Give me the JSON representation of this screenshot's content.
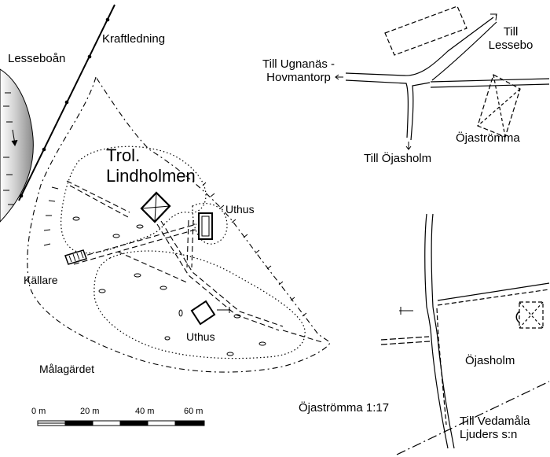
{
  "labels": {
    "power_line": "Kraftledning",
    "river": "Lesseboån",
    "site_name_line1": "Trol.",
    "site_name_line2": "Lindholmen",
    "outbuilding_east": "Uthus",
    "outbuilding_south": "Uthus",
    "cellar": "Källare",
    "field": "Målagärdet",
    "road_ugnanas_line1": "Till Ugnanäs -",
    "road_ugnanas_line2": "Hovmantorp",
    "road_lessebo_line1": "Till",
    "road_lessebo_line2": "Lessebo",
    "road_ojasholm": "Till Öjasholm",
    "site_ojastromma": "Öjaströmma",
    "site_ojasholm": "Öjasholm",
    "road_vedamala_line1": "Till Vedamåla",
    "road_vedamala_line2": "Ljuders s:n",
    "map_title": "Öjaströmma 1:17"
  },
  "scale_bar": {
    "unit": "m",
    "ticks": [
      "0 m",
      "20 m",
      "40 m",
      "60 m"
    ]
  },
  "colors": {
    "ink": "#000000",
    "paper": "#ffffff",
    "river_shade": "#9a9a9a"
  }
}
